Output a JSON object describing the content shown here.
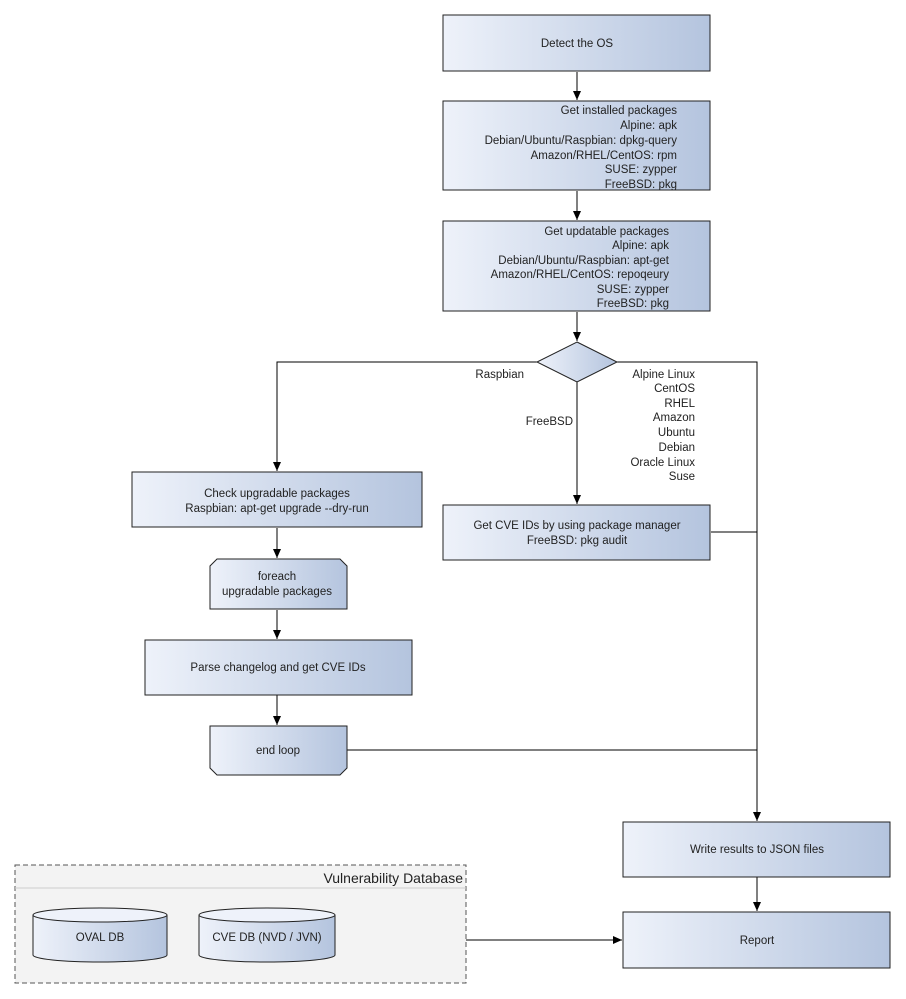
{
  "nodes": {
    "detect_os": {
      "lines": [
        "Detect the OS"
      ]
    },
    "installed": {
      "lines": [
        "Get installed packages",
        "Alpine: apk",
        "Debian/Ubuntu/Raspbian: dpkg-query",
        "Amazon/RHEL/CentOS: rpm",
        "SUSE: zypper",
        "FreeBSD: pkg"
      ]
    },
    "updatable": {
      "lines": [
        "Get updatable packages",
        "Alpine: apk",
        "Debian/Ubuntu/Raspbian: apt-get",
        "Amazon/RHEL/CentOS: repoqeury",
        "SUSE: zypper",
        "FreeBSD: pkg"
      ]
    },
    "check_upgradable": {
      "lines": [
        "Check upgradable packages",
        "Raspbian: apt-get upgrade --dry-run"
      ]
    },
    "foreach": {
      "lines": [
        "foreach",
        "upgradable  packages"
      ]
    },
    "parse_changelog": {
      "lines": [
        "Parse changelog and get  CVE IDs"
      ]
    },
    "end_loop": {
      "lines": [
        "end loop"
      ]
    },
    "get_cve_ids": {
      "lines": [
        "Get CVE IDs by using package manager",
        "FreeBSD: pkg audit"
      ]
    },
    "write_json": {
      "lines": [
        "Write results to JSON files"
      ]
    },
    "report": {
      "lines": [
        "Report"
      ]
    }
  },
  "edge_labels": {
    "raspbian": "Raspbian",
    "freebsd": "FreeBSD",
    "others": [
      "Alpine Linux",
      "CentOS",
      "RHEL",
      "Amazon",
      "Ubuntu",
      "Debian",
      "Oracle Linux",
      "Suse"
    ]
  },
  "vuln_db": {
    "title": "Vulnerability Database",
    "oval": "OVAL DB",
    "cve": "CVE DB (NVD / JVN)"
  },
  "colors": {
    "fill_light": "#eef2fa",
    "fill_dark": "#b4c4de",
    "panel": "#f3f3f3"
  }
}
